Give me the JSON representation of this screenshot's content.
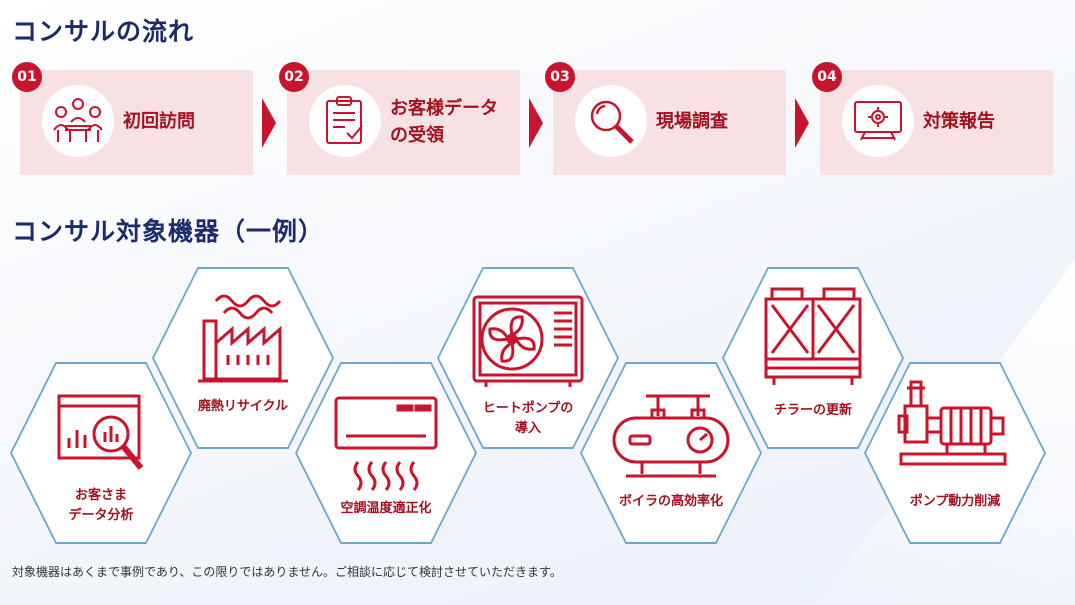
{
  "flow": {
    "title": "コンサルの流れ",
    "steps": [
      {
        "num": "01",
        "label": "初回訪問",
        "icon": "meeting-icon"
      },
      {
        "num": "02",
        "label": "お客様データ\nの受領",
        "icon": "clipboard-icon"
      },
      {
        "num": "03",
        "label": "現場調査",
        "icon": "magnifier-icon"
      },
      {
        "num": "04",
        "label": "対策報告",
        "icon": "report-icon"
      }
    ]
  },
  "equipment": {
    "title": "コンサル対象機器（一例）",
    "items": [
      {
        "label": "お客さま\nデータ分析",
        "icon": "data-analysis-icon"
      },
      {
        "label": "廃熱リサイクル",
        "icon": "factory-icon"
      },
      {
        "label": "空調温度適正化",
        "icon": "air-conditioner-icon"
      },
      {
        "label": "ヒートポンプの\n導入",
        "icon": "heat-pump-icon"
      },
      {
        "label": "ボイラの高効率化",
        "icon": "boiler-icon"
      },
      {
        "label": "チラーの更新",
        "icon": "chiller-icon"
      },
      {
        "label": "ポンプ動力削減",
        "icon": "pump-icon"
      }
    ]
  },
  "note": "対象機器はあくまで事例であり、この限りではありません。ご相談に応じて検討させていただきます。",
  "colors": {
    "accent": "#c8142c",
    "step_bg": "#f7e1e3",
    "title": "#1d2b6b",
    "hex_border": "#6aa7cf"
  }
}
